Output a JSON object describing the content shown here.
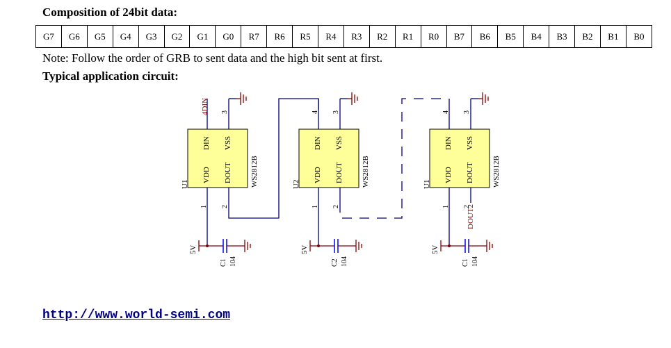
{
  "heading_composition": "Composition of 24bit data:",
  "bits": [
    "G7",
    "G6",
    "G5",
    "G4",
    "G3",
    "G2",
    "G1",
    "G0",
    "R7",
    "R6",
    "R5",
    "R4",
    "R3",
    "R2",
    "R1",
    "R0",
    "B7",
    "B6",
    "B5",
    "B4",
    "B3",
    "B2",
    "B1",
    "B0"
  ],
  "note": "Note: Follow the order of GRB to sent data and the high bit sent at first.",
  "heading_circuit": "Typical application circuit:",
  "circuit": {
    "chips": [
      {
        "ref": "U1",
        "part": "WS2812B",
        "din": "DIN",
        "vss": "VSS",
        "vdd": "VDD",
        "dout": "DOUT",
        "pin4": "4DIN",
        "pin3": "3",
        "pin1": "1",
        "pin2": "2",
        "cap": "C1",
        "cap_value": "104",
        "power": "5V"
      },
      {
        "ref": "U2",
        "part": "WS2812B",
        "din": "DIN",
        "vss": "VSS",
        "vdd": "VDD",
        "dout": "DOUT",
        "pin4": "4",
        "pin3": "3",
        "pin1": "1",
        "pin2": "2",
        "cap": "C2",
        "cap_value": "104",
        "power": "5V"
      },
      {
        "ref": "U1",
        "part": "WS2812B",
        "din": "DIN",
        "vss": "VSS",
        "vdd": "VDD",
        "dout": "DOUT",
        "pin4": "4",
        "pin3": "3",
        "pin1": "1",
        "pin2": "2",
        "cap": "C1",
        "cap_value": "104",
        "power": "5V",
        "out_label": "DOUT2"
      }
    ]
  },
  "link": "http://www.world-semi.com",
  "colors": {
    "chip_fill": "#ffff99",
    "wire": "#000080",
    "ground": "#800000",
    "cap": "#0000ff",
    "label": "#800000"
  }
}
